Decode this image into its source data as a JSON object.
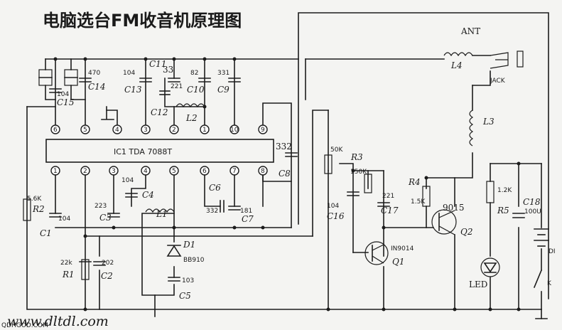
{
  "title": "电脑选台FM收音机原理图",
  "ic": {
    "label": "IC1 TDA 7088T",
    "top_pins": [
      "6",
      "5",
      "4",
      "3",
      "2",
      "1",
      "10",
      "9"
    ],
    "bottom_pins": [
      "1",
      "2",
      "3",
      "4",
      "5",
      "6",
      "7",
      "8"
    ]
  },
  "labels": {
    "ant": "ANT",
    "l4": "L4",
    "jack": "JACK",
    "l3": "L3",
    "c15_val": "104",
    "c15": "C15",
    "c14_val": "470",
    "c14": "C14",
    "c13_val": "104",
    "c13": "C13",
    "c11": "C11",
    "c11_val": "33",
    "c12_val": "221",
    "c12": "C12",
    "c10_val": "82",
    "c10": "C10",
    "c9_val": "331",
    "c9": "C9",
    "l2": "L2",
    "c8_val": "332",
    "c8": "C8",
    "r2_val": "5.6K",
    "r2": "R2",
    "c1_val": "104",
    "c1": "C1",
    "c3_val": "223",
    "c3": "C3",
    "c4_val": "104",
    "c4": "C4",
    "l1": "L1",
    "c6": "C6",
    "c6_val": "332",
    "c7_val": "181",
    "c7": "C7",
    "d1": "D1",
    "d1_type": "BB910",
    "r1_val": "22k",
    "r1": "R1",
    "c2_val": "202",
    "c2": "C2",
    "c5_val": "103",
    "c5": "C5",
    "pot_val": "50K",
    "r3": "R3",
    "r3_val": "150K",
    "c16_val": "104",
    "c16": "C16",
    "c17_val": "221",
    "c17": "C17",
    "q1_type": "IN9014",
    "q1": "Q1",
    "r4": "R4",
    "r4_val": "1.5K",
    "q2_type": "9015",
    "q2": "Q2",
    "r5_val": "1.2K",
    "r5": "R5",
    "c18": "C18",
    "c18_val": "100U",
    "led": "LED",
    "battery": "DI",
    "switch": "K",
    "url": "www.dltdl.com",
    "watermark": "QDHGOD.COM"
  }
}
